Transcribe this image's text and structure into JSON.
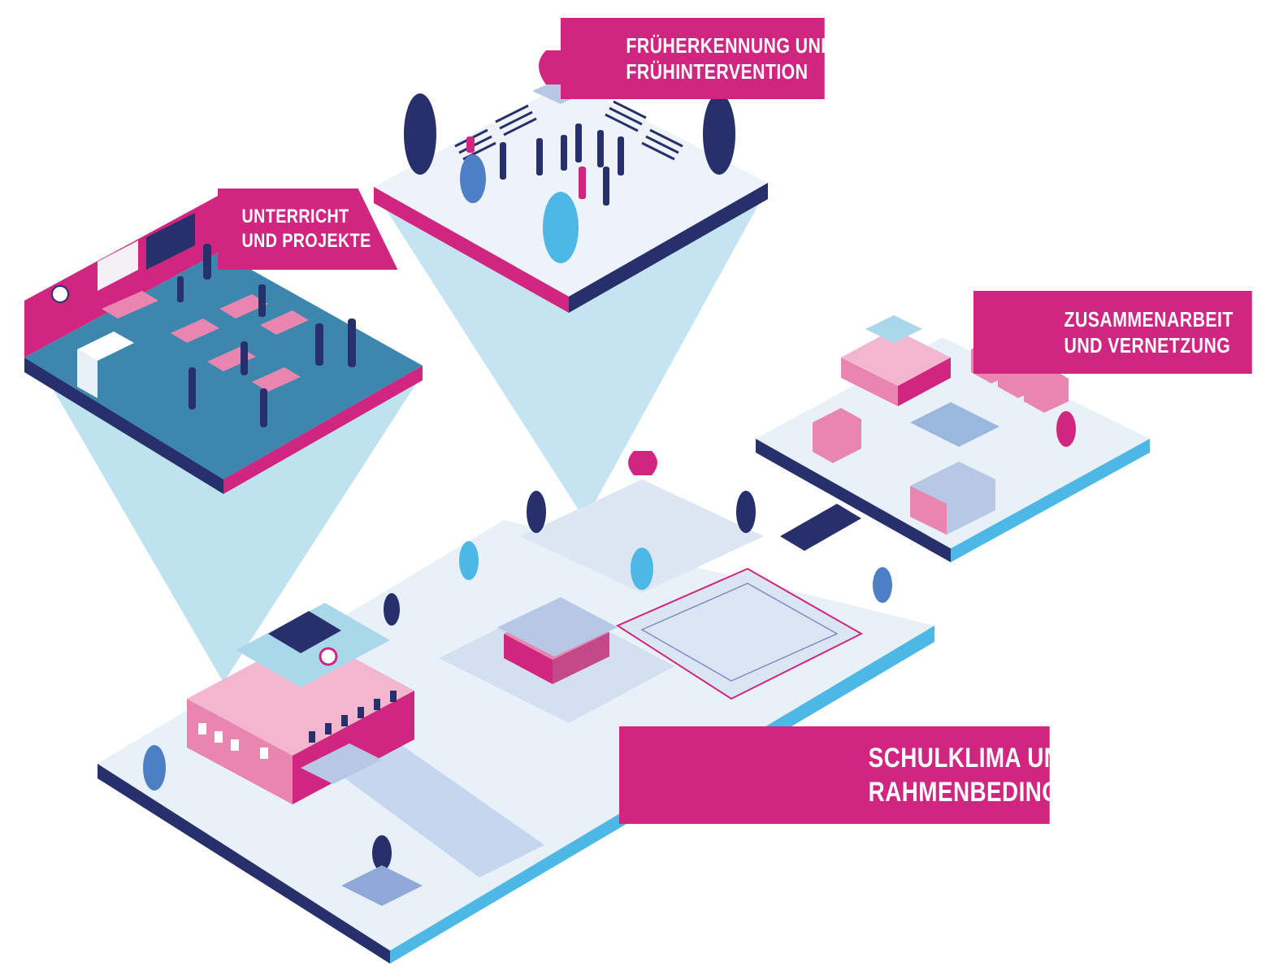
{
  "labels": {
    "unterricht": {
      "line1": "UNTERRICHT",
      "line2": "UND PROJEKTE"
    },
    "frueherkennung": {
      "line1": "FRÜHERKENNUNG UND",
      "line2": "FRÜHINTERVENTION"
    },
    "zusammenarbeit": {
      "line1": "ZUSAMMENARBEIT",
      "line2": "UND VERNETZUNG"
    },
    "schulklima": {
      "line1": "SCHULKLIMA UND",
      "line2": "RAHMENBEDINGUNGEN"
    }
  },
  "colors": {
    "magenta": "#d1267f",
    "navy": "#27306b",
    "light_blue": "#a9d8ea",
    "pale_floor": "#e8f0f8",
    "classroom_floor": "#3d86ad",
    "sky_blue": "#4db8e6",
    "pink_building": "#e886b0"
  },
  "icons": {
    "school_building": "school-building-icon",
    "clock": "clock-icon",
    "tree": "tree-icon",
    "bench": "bench-icon",
    "vase": "vase-icon",
    "person": "person-icon",
    "bicycle": "bicycle-icon"
  }
}
